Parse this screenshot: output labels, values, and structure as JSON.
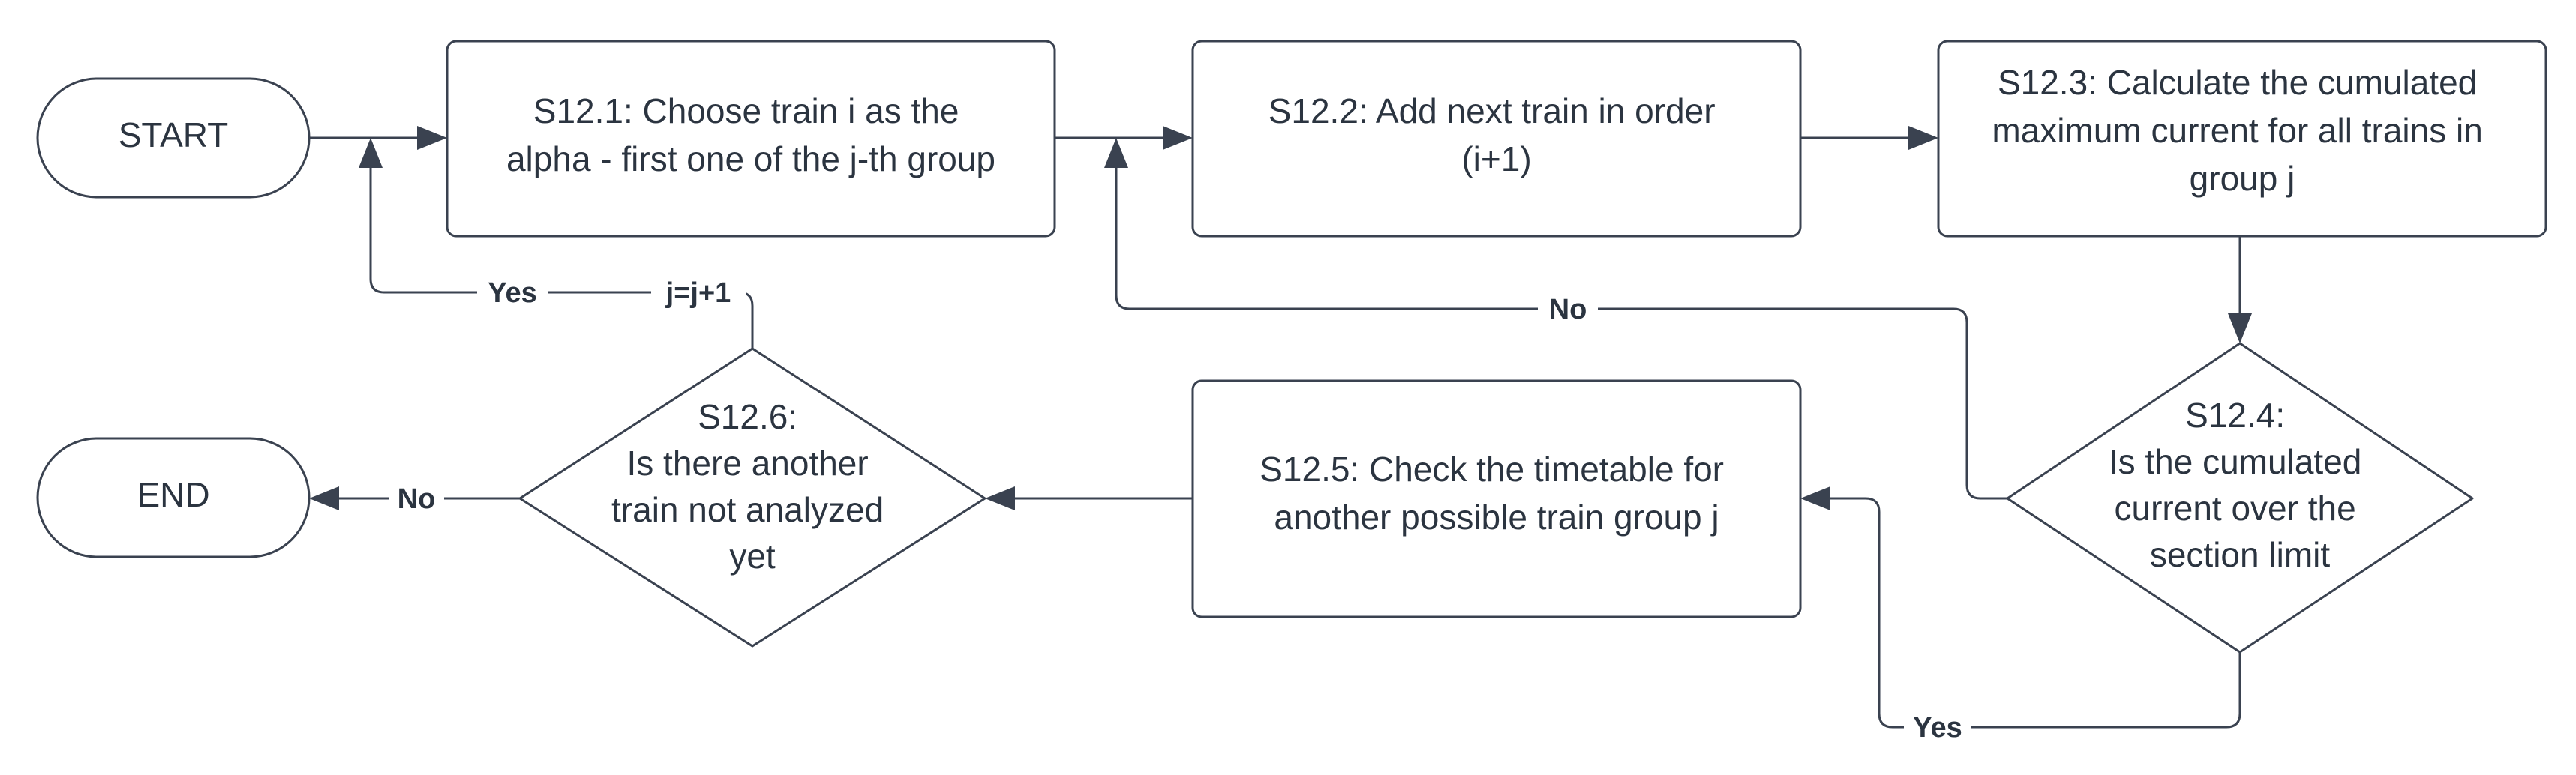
{
  "nodes": {
    "start": {
      "lines": [
        "START"
      ]
    },
    "end": {
      "lines": [
        "END"
      ]
    },
    "s12_1": {
      "lines": [
        "S12.1: Choose train i as the",
        "alpha - first one of the j-th group"
      ]
    },
    "s12_2": {
      "lines": [
        "S12.2: Add next train in order",
        "(i+1)"
      ]
    },
    "s12_3": {
      "lines": [
        "S12.3:  Calculate the cumulated",
        "maximum current for all trains in",
        "group j"
      ]
    },
    "s12_4": {
      "lines": [
        "S12.4:",
        "Is the cumulated",
        "current over the",
        "section limit"
      ]
    },
    "s12_5": {
      "lines": [
        "S12.5:  Check the timetable for",
        "another possible train group j"
      ]
    },
    "s12_6": {
      "lines": [
        "S12.6:",
        "Is there another",
        "train not analyzed",
        "yet"
      ]
    }
  },
  "edge_labels": {
    "s12_6_yes": "Yes",
    "s12_6_increment": "j=j+1",
    "s12_6_no": "No",
    "s12_4_no": "No",
    "s12_4_yes": "Yes"
  },
  "colors": {
    "stroke": "#3a4250",
    "text": "#2b3440",
    "background": "#ffffff"
  }
}
